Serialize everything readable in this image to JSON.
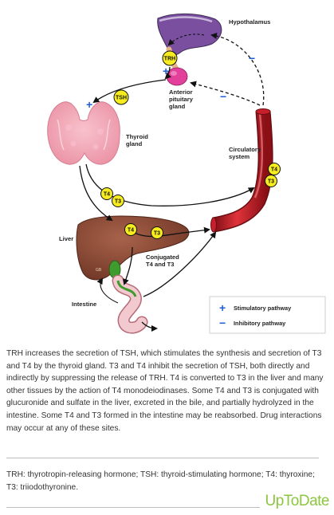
{
  "diagram": {
    "organs": {
      "hypothalamus": "Hypothalamus",
      "anterior_pituitary": [
        "Anterior",
        "pituitary",
        "gland"
      ],
      "thyroid": [
        "Thyroid",
        "gland"
      ],
      "circulatory": [
        "Circulatory",
        "system"
      ],
      "liver": "Liver",
      "intestine": "Intestine",
      "conjugated": [
        "Conjugated",
        "T4 and T3"
      ],
      "gallbladder": "GB"
    },
    "nodes": {
      "trh": "TRH",
      "tsh": "TSH",
      "t4": "T4",
      "t3": "T3"
    },
    "signs": {
      "plus": "+",
      "minus": "−"
    },
    "legend": {
      "stimulatory": "Stimulatory pathway",
      "inhibitory": "Inhibitory pathway"
    },
    "colors": {
      "stimulatory_blue": "#1f5fd6",
      "node_yellow": "#f7ec1f",
      "hypothalamus_purple": "#7b4fa0",
      "pituitary_pink": "#e2409a",
      "thyroid_pink": "#f4a4b4",
      "liver_brown": "#8b4a34",
      "vessel_red": "#c8202a",
      "gallbladder_green": "#3e9b2e"
    }
  },
  "caption": "TRH increases the secretion of TSH, which stimulates the synthesis and secretion of T3 and T4 by the thyroid gland. T3 and T4 inhibit the secretion of TSH, both directly and indirectly by suppressing the release of TRH. T4 is converted to T3 in the liver and many other tissues by the action of T4 monodeiodinases. Some T4 and T3 is conjugated with glucuronide and sulfate in the liver, excreted in the bile, and partially hydrolyzed in the intestine. Some T4 and T3 formed in the intestine may be reabsorbed. Drug interactions may occur at any of these sites.",
  "abbreviations": "TRH: thyrotropin-releasing hormone; TSH: thyroid-stimulating hormone; T4: thyroxine; T3: triiodothyronine.",
  "brand": "UpToDate"
}
